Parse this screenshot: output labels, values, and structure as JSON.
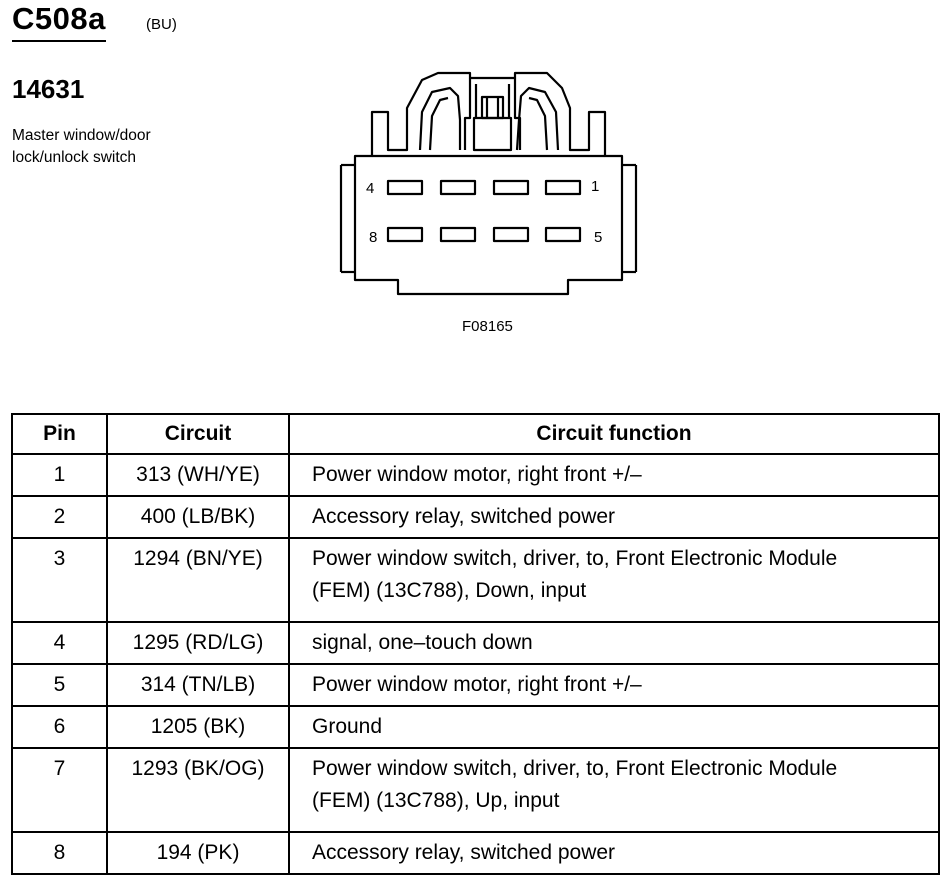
{
  "header": {
    "connector_id": "C508a",
    "color_code": "(BU)",
    "part_number": "14631",
    "description_lines": [
      "Master window/door",
      "lock/unlock switch"
    ]
  },
  "figure": {
    "id": "F08165",
    "pin_labels": {
      "top_left": "4",
      "top_right": "1",
      "bottom_left": "8",
      "bottom_right": "5"
    }
  },
  "table": {
    "headers": {
      "pin": "Pin",
      "circuit": "Circuit",
      "function": "Circuit function"
    },
    "rows": [
      {
        "pin": "1",
        "circuit": "313 (WH/YE)",
        "function_lines": [
          "Power window motor, right front +/–"
        ]
      },
      {
        "pin": "2",
        "circuit": "400 (LB/BK)",
        "function_lines": [
          "Accessory relay, switched power"
        ]
      },
      {
        "pin": "3",
        "circuit": "1294 (BN/YE)",
        "function_lines": [
          "Power window switch, driver, to, Front Electronic Module",
          "(FEM) (13C788), Down, input"
        ]
      },
      {
        "pin": "4",
        "circuit": "1295 (RD/LG)",
        "function_lines": [
          "signal, one–touch down"
        ]
      },
      {
        "pin": "5",
        "circuit": "314 (TN/LB)",
        "function_lines": [
          "Power window motor, right front +/–"
        ]
      },
      {
        "pin": "6",
        "circuit": "1205 (BK)",
        "function_lines": [
          "Ground"
        ]
      },
      {
        "pin": "7",
        "circuit": "1293 (BK/OG)",
        "function_lines": [
          "Power window switch, driver, to, Front Electronic Module",
          "(FEM) (13C788), Up, input"
        ]
      },
      {
        "pin": "8",
        "circuit": "194 (PK)",
        "function_lines": [
          "Accessory relay, switched power"
        ]
      }
    ]
  }
}
